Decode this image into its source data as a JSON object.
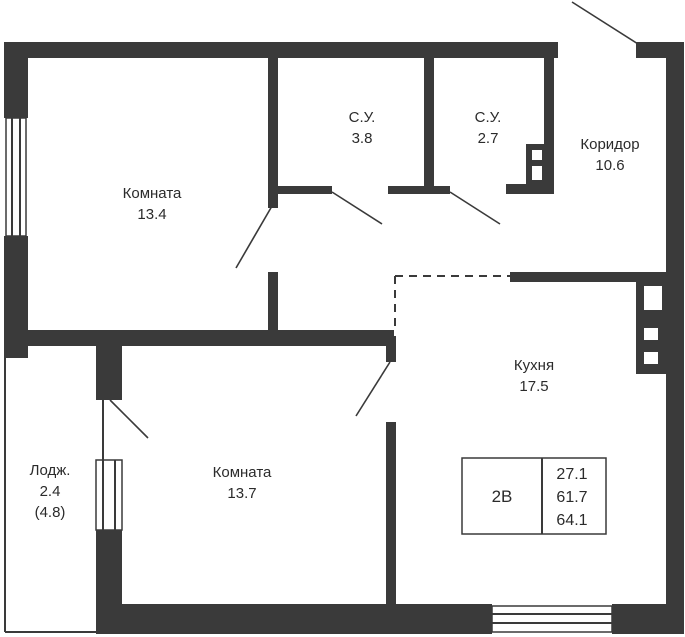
{
  "rooms": {
    "room1": {
      "name": "Комната",
      "area": "13.4"
    },
    "wc1": {
      "name": "С.У.",
      "area": "3.8"
    },
    "wc2": {
      "name": "С.У.",
      "area": "2.7"
    },
    "corridor": {
      "name": "Коридор",
      "area": "10.6"
    },
    "kitchen": {
      "name": "Кухня",
      "area": "17.5"
    },
    "room2": {
      "name": "Комната",
      "area": "13.7"
    },
    "loggia": {
      "name": "Лодж.",
      "area": "2.4",
      "area_full": "(4.8)"
    }
  },
  "info_box": {
    "type": "2В",
    "living_area": "27.1",
    "total_area": "61.7",
    "total_area_with_loggia": "64.1"
  }
}
